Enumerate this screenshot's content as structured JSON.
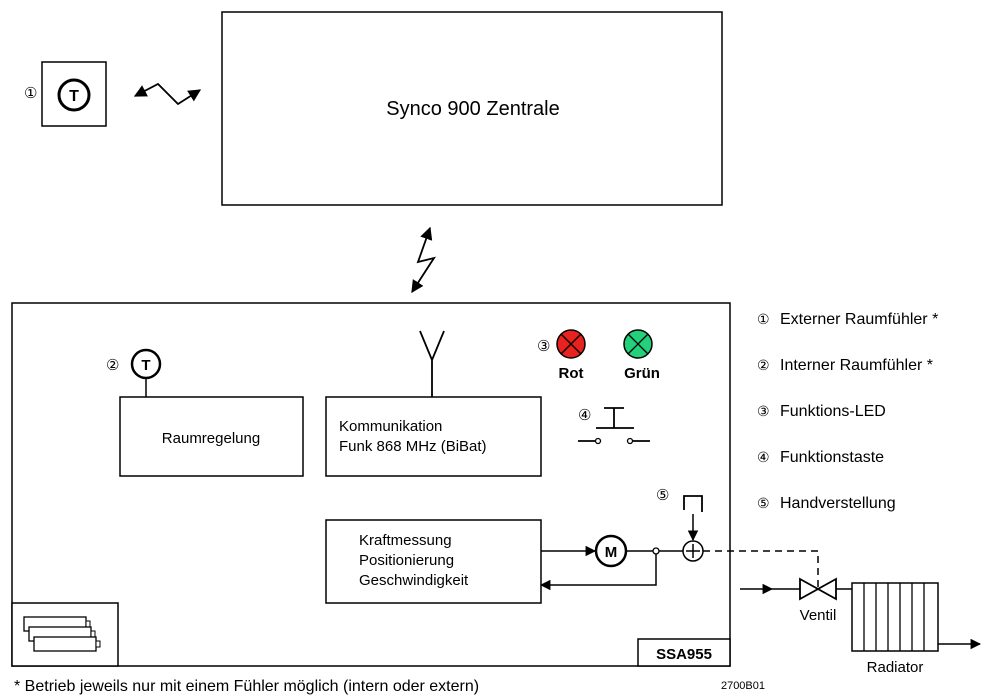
{
  "central": {
    "label": "Synco 900 Zentrale"
  },
  "sensor_symbol": "T",
  "motor_symbol": "M",
  "blocks": {
    "room_control": "Raumregelung",
    "communication": [
      "Kommunikation",
      "Funk 868 MHz (BiBat)"
    ],
    "drive": [
      "Kraftmessung",
      "Positionierung",
      "Geschwindigkeit"
    ]
  },
  "leds": {
    "red": "Rot",
    "green": "Grün",
    "red_color": "#e8231f",
    "green_color": "#22d17a"
  },
  "device_model": "SSA955",
  "valve_label": "Ventil",
  "radiator_label": "Radiator",
  "markers": {
    "m1": "①",
    "m2": "②",
    "m3": "③",
    "m4": "④",
    "m5": "⑤"
  },
  "legend": [
    {
      "num": "①",
      "text": "Externer Raumfühler *"
    },
    {
      "num": "②",
      "text": "Interner Raumfühler *"
    },
    {
      "num": "③",
      "text": "Funktions-LED"
    },
    {
      "num": "④",
      "text": "Funktionstaste"
    },
    {
      "num": "⑤",
      "text": "Handverstellung"
    }
  ],
  "footnote": "* Betrieb jeweils nur mit einem Fühler möglich (intern oder extern)",
  "figure_code": "2700B01"
}
